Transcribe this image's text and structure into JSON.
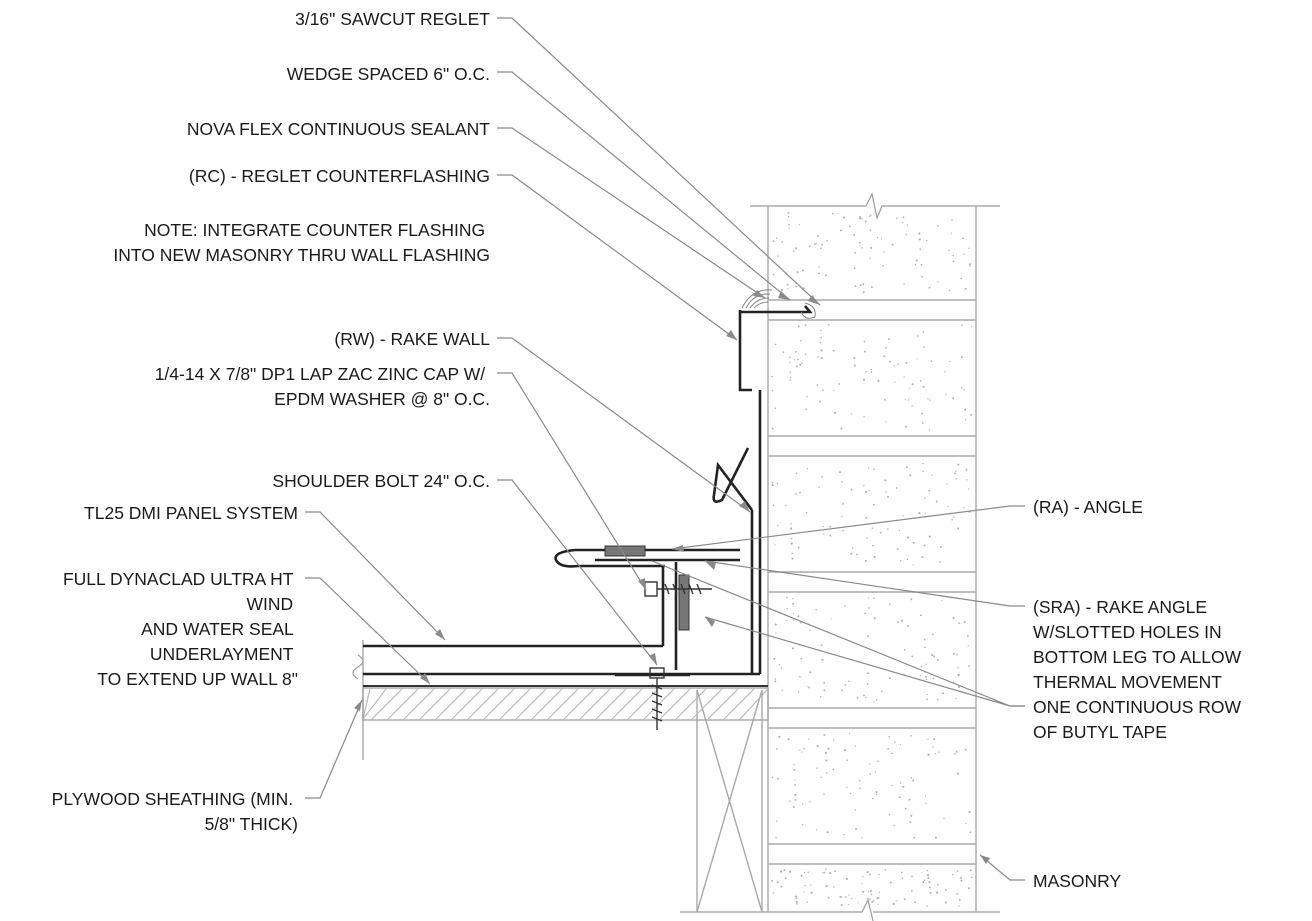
{
  "callouts_left": [
    {
      "lines": [
        "3/16\" SAWCUT REGLET"
      ]
    },
    {
      "lines": [
        "WEDGE SPACED 6\" O.C."
      ]
    },
    {
      "lines": [
        "NOVA FLEX CONTINUOUS SEALANT"
      ]
    },
    {
      "lines": [
        "(RC) - REGLET COUNTERFLASHING"
      ]
    },
    {
      "lines": [
        "NOTE: INTEGRATE COUNTER FLASHING",
        "INTO NEW MASONRY THRU WALL FLASHING"
      ]
    },
    {
      "lines": [
        "(RW) - RAKE WALL"
      ]
    },
    {
      "lines": [
        "1/4-14 X 7/8\" DP1 LAP ZAC ZINC CAP W/",
        "EPDM WASHER @ 8\" O.C."
      ]
    },
    {
      "lines": [
        "SHOULDER BOLT 24\" O.C."
      ]
    },
    {
      "lines": [
        "TL25 DMI PANEL SYSTEM"
      ]
    },
    {
      "lines": [
        "FULL DYNACLAD ULTRA HT",
        "WIND",
        "AND WATER SEAL",
        "UNDERLAYMENT",
        "TO EXTEND UP WALL 8\""
      ]
    },
    {
      "lines": [
        "PLYWOOD SHEATHING (MIN.",
        "5/8\" THICK)"
      ]
    }
  ],
  "callouts_right": [
    {
      "lines": [
        "(RA) - ANGLE"
      ]
    },
    {
      "lines": [
        "(SRA) - RAKE ANGLE",
        "W/SLOTTED HOLES IN",
        "BOTTOM LEG TO ALLOW",
        "THERMAL MOVEMENT"
      ]
    },
    {
      "lines": [
        "ONE CONTINUOUS ROW",
        "OF  BUTYL TAPE"
      ]
    },
    {
      "lines": [
        "MASONRY"
      ]
    }
  ]
}
